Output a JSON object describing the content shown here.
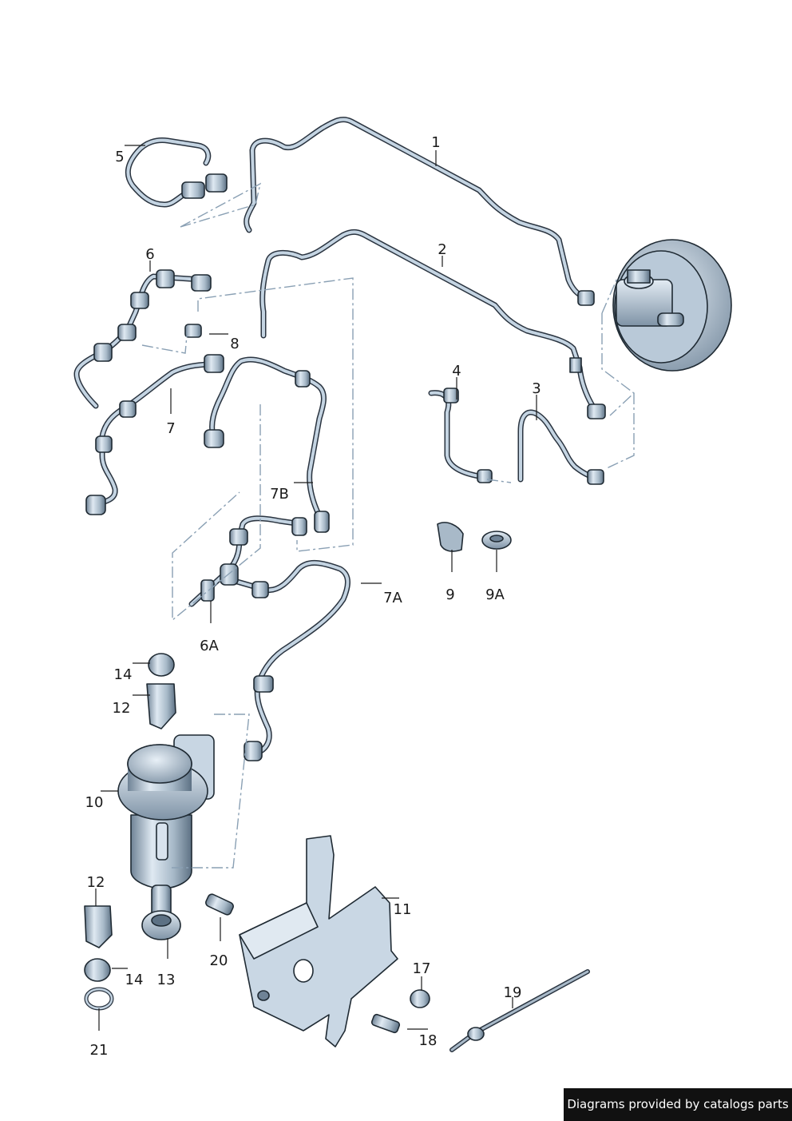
{
  "callouts": {
    "c1": "1",
    "c2": "2",
    "c3": "3",
    "c4": "4",
    "c5": "5",
    "c6": "6",
    "c6a": "6A",
    "c7": "7",
    "c7a": "7A",
    "c7b": "7B",
    "c8": "8",
    "c9": "9",
    "c9a": "9A",
    "c10": "10",
    "c11": "11",
    "c12_top": "12",
    "c12_bottom": "12",
    "c13": "13",
    "c14_top": "14",
    "c14_bottom": "14",
    "c17": "17",
    "c18": "18",
    "c19": "19",
    "c20": "20",
    "c21": "21"
  },
  "credit": "Diagrams provided by catalogs parts",
  "colors": {
    "line": "#2a3440",
    "metal_light": "#c4d4e2",
    "metal_mid": "#8fa3b5",
    "dash": "#8aa0b4",
    "credit_bg": "#111111"
  }
}
